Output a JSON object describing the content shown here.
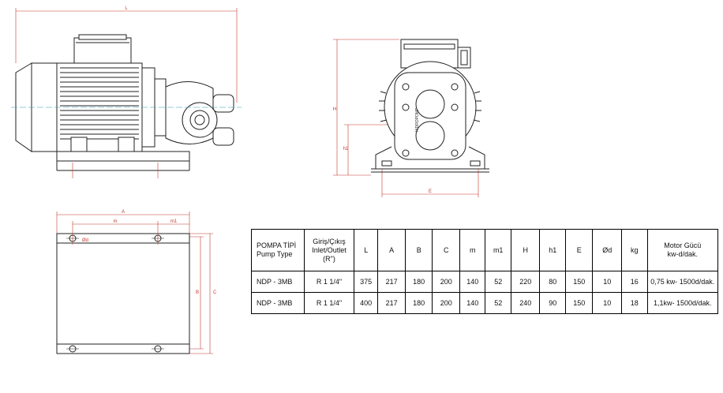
{
  "drawing_labels": {
    "side_view": {
      "L": "L"
    },
    "front_view": {
      "H": "H",
      "h1": "h1",
      "E": "E",
      "side_text": "HIDROPOMP"
    },
    "top_view": {
      "A": "A",
      "m": "m",
      "m1": "m1",
      "B": "B",
      "C": "C",
      "od": "Ød"
    }
  },
  "table": {
    "header": {
      "col0_line1": "POMPA TİPİ",
      "col0_line2": "Pump Type",
      "col1_line1": "Giriş/Çıkış",
      "col1_line2": "Inlet/Outlet",
      "col1_line3": "(R\")",
      "L": "L",
      "A": "A",
      "B": "B",
      "C": "C",
      "m": "m",
      "m1": "m1",
      "H": "H",
      "h1": "h1",
      "E": "E",
      "od": "Ød",
      "kg": "kg",
      "motor_line1": "Motor Gücü",
      "motor_line2": "kw-d/dak."
    },
    "rows": [
      {
        "type": "NDP - 3MB",
        "inlet": "R 1 1/4\"",
        "L": "375",
        "A": "217",
        "B": "180",
        "C": "200",
        "m": "140",
        "m1": "52",
        "H": "220",
        "h1": "80",
        "E": "150",
        "od": "10",
        "kg": "16",
        "motor": "0,75 kw- 1500d/dak."
      },
      {
        "type": "NDP - 3MB",
        "inlet": "R 1 1/4\"",
        "L": "400",
        "A": "217",
        "B": "180",
        "C": "200",
        "m": "140",
        "m1": "52",
        "H": "240",
        "h1": "90",
        "E": "150",
        "od": "10",
        "kg": "18",
        "motor": "1,1kw- 1500d/dak."
      }
    ]
  }
}
